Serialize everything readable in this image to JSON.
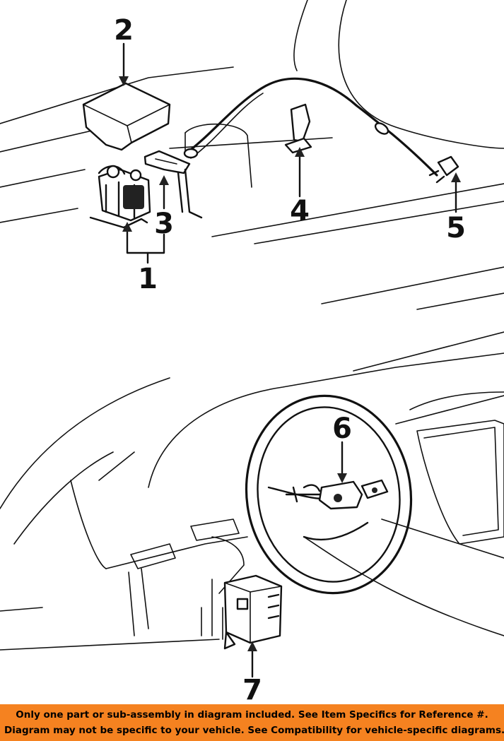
{
  "callouts": {
    "c1": "1",
    "c2": "2",
    "c3": "3",
    "c4": "4",
    "c5": "5",
    "c6": "6",
    "c7": "7"
  },
  "banner": {
    "line1": "Only one part or sub-assembly in diagram included. See Item Specifics for Reference #.",
    "line2": "Diagram may not be specific to your vehicle. See Compatibility for vehicle-specific diagrams.",
    "color": "#f58220"
  }
}
